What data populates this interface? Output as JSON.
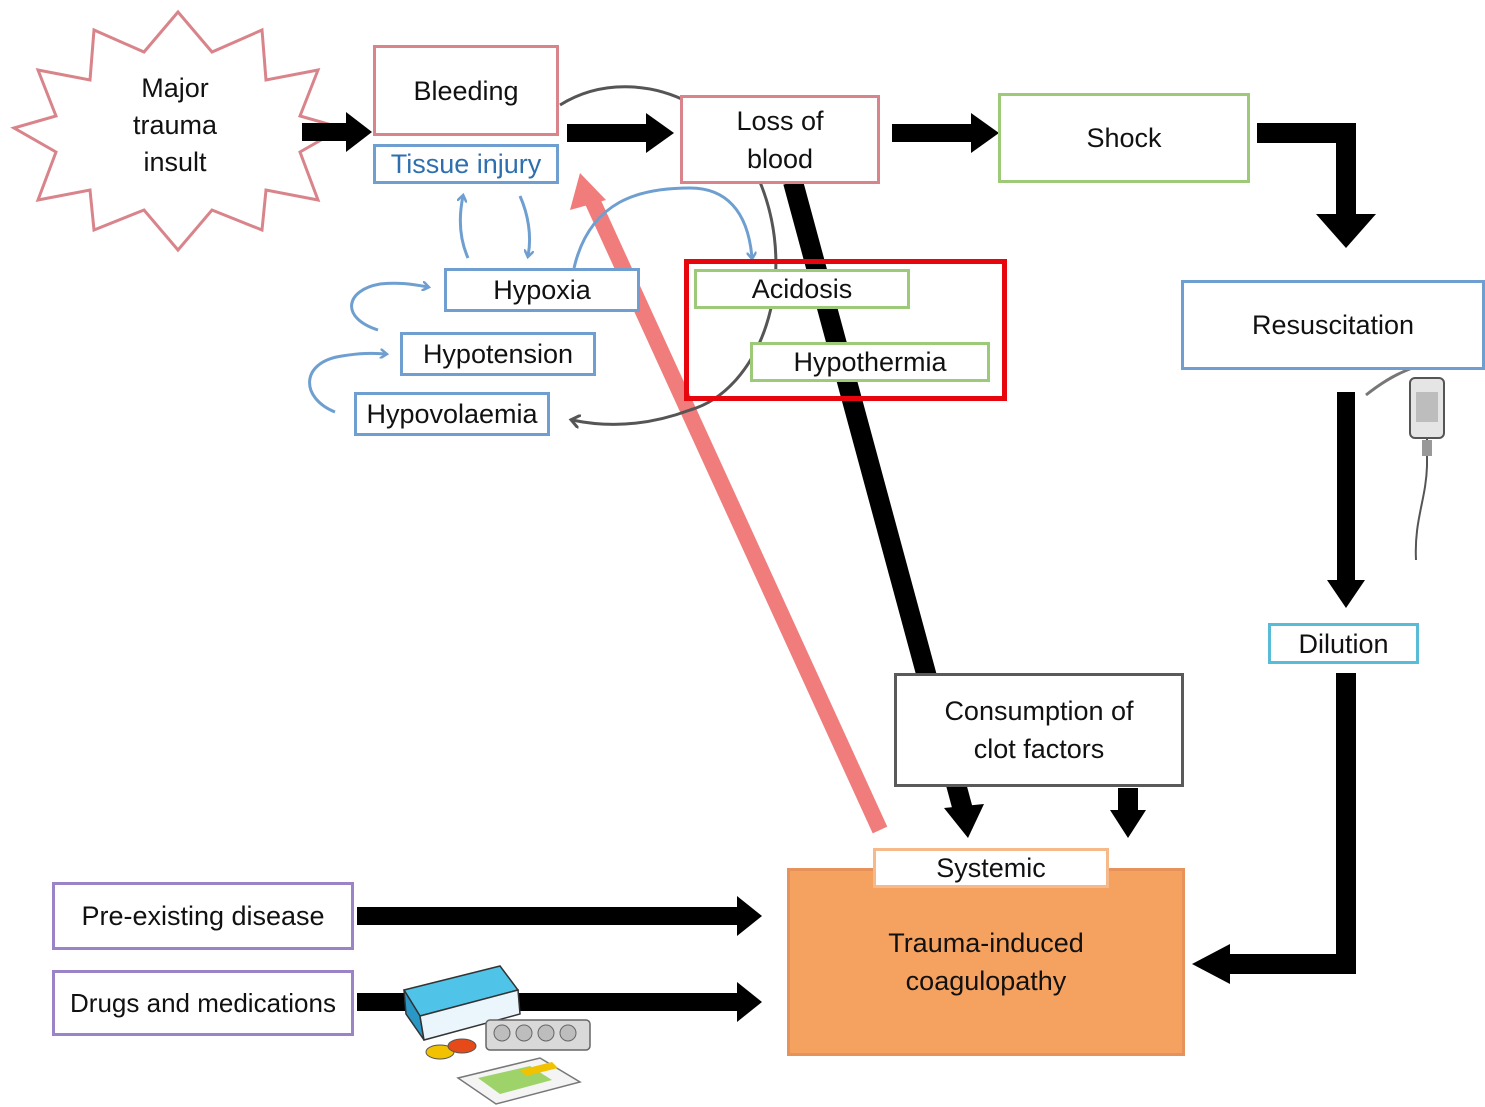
{
  "nodes": {
    "major_trauma": "Major\ntrauma\ninsult",
    "bleeding": "Bleeding",
    "tissue_injury": "Tissue injury",
    "loss_of_blood": "Loss of\nblood",
    "shock": "Shock",
    "resuscitation": "Resuscitation",
    "hypoxia": "Hypoxia",
    "hypotension": "Hypotension",
    "hypovolaemia": "Hypovolaemia",
    "acidosis": "Acidosis",
    "hypothermia": "Hypothermia",
    "dilution": "Dilution",
    "consumption": "Consumption of\nclot factors",
    "systemic": "Systemic",
    "coagulopathy": "Trauma-induced\ncoagulopathy",
    "pre_existing": "Pre-existing disease",
    "drugs": "Drugs and medications"
  },
  "colors": {
    "red_border": "#d8848a",
    "blue_border": "#6e9fd0",
    "green_border": "#9cca78",
    "highlight": "#e8060e",
    "coagulopathy_fill": "#f5a261",
    "feedback_arrow": "#f07c7c"
  },
  "icons": [
    "iv-drip-bag-icon",
    "medication-box-icon",
    "pills-icon"
  ]
}
